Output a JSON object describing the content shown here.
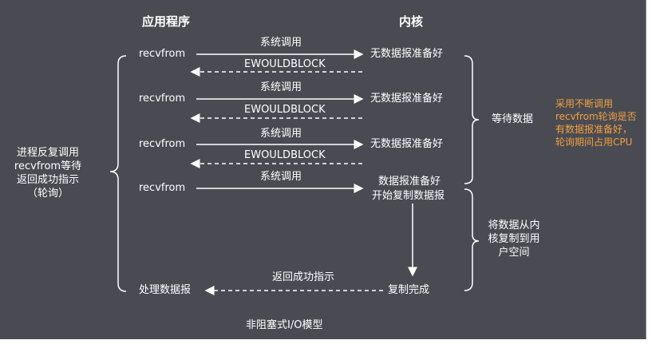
{
  "header": {
    "app": "应用程序",
    "kernel": "内核"
  },
  "rows": [
    {
      "app": "recvfrom",
      "call": "系统调用",
      "reply": "EWOULDBLOCK",
      "kernel": "无数据报准备好"
    },
    {
      "app": "recvfrom",
      "call": "系统调用",
      "reply": "EWOULDBLOCK",
      "kernel": "无数据报准备好"
    },
    {
      "app": "recvfrom",
      "call": "系统调用",
      "reply": "EWOULDBLOCK",
      "kernel": "无数据报准备好"
    }
  ],
  "last_row": {
    "app": "recvfrom",
    "call": "系统调用",
    "kernel_line1": "数据报准备好",
    "kernel_line2": "开始复制数据报"
  },
  "bottom_row": {
    "app": "处理数据报",
    "reply": "返回成功指示",
    "kernel": "复制完成"
  },
  "left_note": {
    "line1": "进程反复调用",
    "line2": "recvfrom等待",
    "line3": "返回成功指示",
    "line4": "（轮询）"
  },
  "right_labels": {
    "wait": "等待数据",
    "copy_line1": "将数据从内",
    "copy_line2": "核复制到用",
    "copy_line3": "户空间"
  },
  "note": {
    "line1": "采用不断调用",
    "line2": "recvfrom轮询是否",
    "line3": "有数据报准备好，",
    "line4": "轮询期间占用CPU"
  },
  "caption": "非阻塞式I/O模型",
  "colors": {
    "background": "#4a4b52",
    "foreground": "#ffffff",
    "note": "#f0a040"
  }
}
